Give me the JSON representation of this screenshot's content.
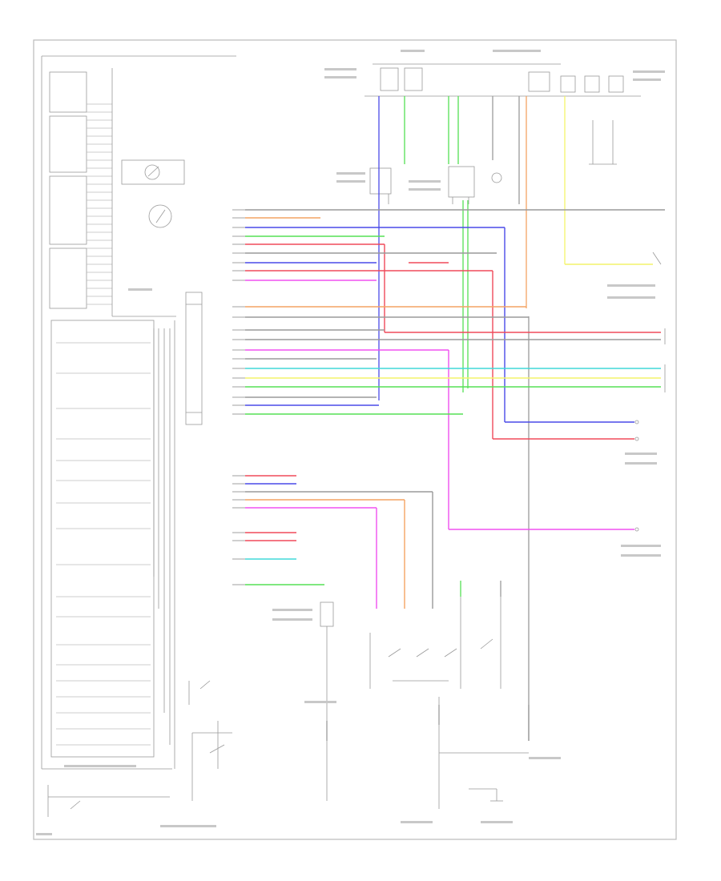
{
  "diagram": {
    "wire_colors": {
      "yellow": "#f4f46a",
      "green": "#55e055",
      "blue": "#4a4ae8",
      "red": "#f04a5a",
      "pink": "#f050f0",
      "orange": "#f4a464",
      "cyan": "#40d8d8",
      "gray": "#9a9a9a",
      "black": "#222222"
    },
    "components": [
      {
        "id": "combination-meter",
        "label": ""
      },
      {
        "id": "ignition-switch-top",
        "label": ""
      },
      {
        "id": "junction-block-right",
        "label": ""
      },
      {
        "id": "connector-center",
        "label": ""
      },
      {
        "id": "ground-bottom-center",
        "label": ""
      },
      {
        "id": "ground-bottom-right",
        "label": ""
      }
    ]
  }
}
